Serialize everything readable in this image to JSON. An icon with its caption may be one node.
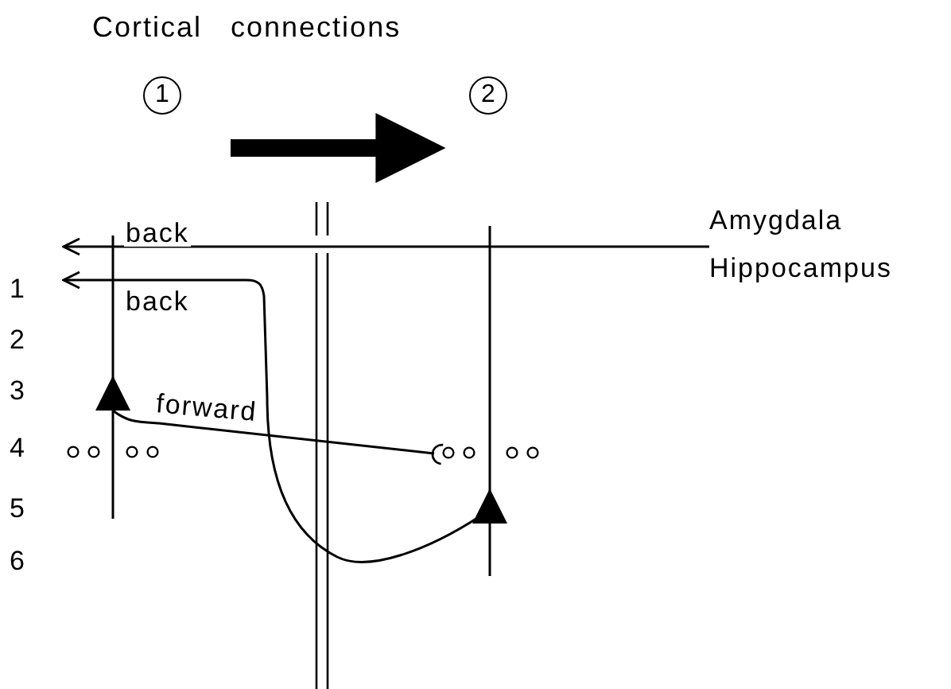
{
  "diagram": {
    "title": "Cortical connections",
    "nodes": [
      {
        "text": [
          "1"
        ]
      },
      {
        "text": [
          "2"
        ]
      },
      {
        "text": [
          "Amygdala",
          "Hippocampus"
        ]
      },
      {
        "text": [],
        "shape": "triangle"
      },
      {
        "text": [],
        "shape": "circle"
      },
      {
        "text": [],
        "shape": "triangle"
      }
    ],
    "edges": [
      {
        "from": 0,
        "to": 1,
        "arrow": "to",
        "style": "thick"
      },
      {
        "from": 2,
        "to": null,
        "arrow": "to",
        "label": "back"
      },
      {
        "from": 5,
        "to": null,
        "arrow": "to",
        "label": "back"
      },
      {
        "from": 3,
        "to": 4,
        "arrow": "other",
        "label": "forward"
      }
    ],
    "labels": [
      "1",
      "2",
      "3",
      "4",
      "5",
      "6"
    ]
  }
}
